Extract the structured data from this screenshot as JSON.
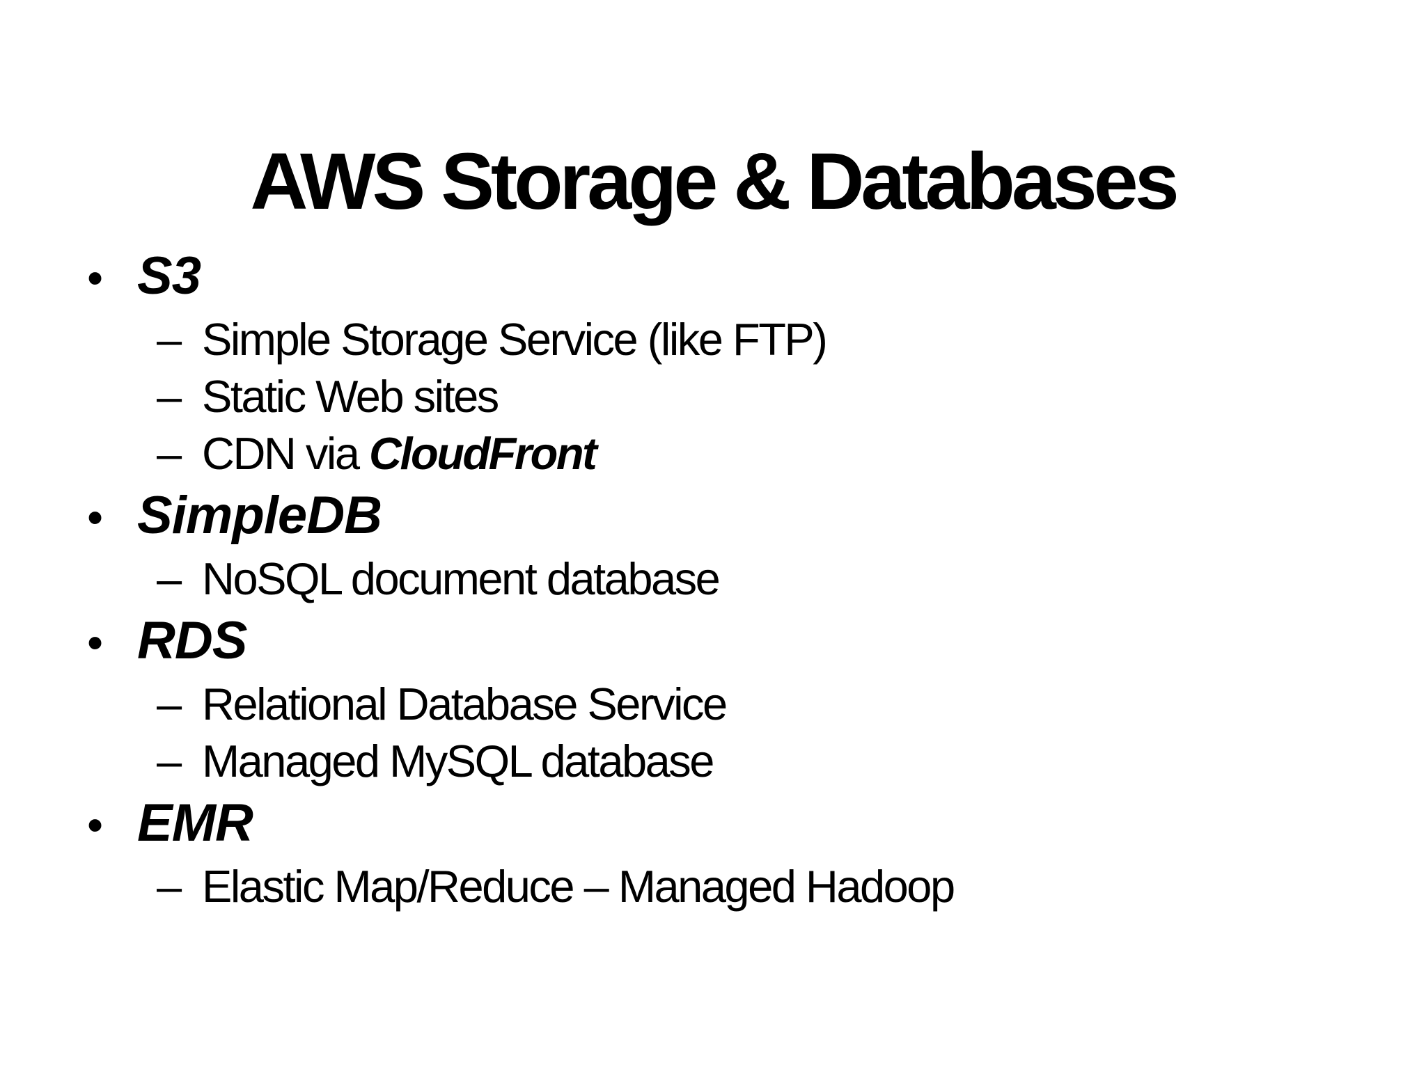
{
  "slide": {
    "title": "AWS Storage & Databases",
    "markers": {
      "bullet": "•",
      "dash": "–"
    },
    "colors": {
      "background": "#ffffff",
      "text": "#000000"
    },
    "items": [
      {
        "label": "S3",
        "children": [
          {
            "text": "Simple Storage Service (like FTP)",
            "emph": ""
          },
          {
            "text": "Static Web sites",
            "emph": ""
          },
          {
            "text": "CDN via ",
            "emph": "CloudFront"
          }
        ]
      },
      {
        "label": "SimpleDB",
        "children": [
          {
            "text": "NoSQL document database",
            "emph": ""
          }
        ]
      },
      {
        "label": "RDS",
        "children": [
          {
            "text": "Relational Database Service",
            "emph": ""
          },
          {
            "text": "Managed MySQL database",
            "emph": ""
          }
        ]
      },
      {
        "label": "EMR",
        "children": [
          {
            "text": "Elastic Map/Reduce – Managed Hadoop",
            "emph": ""
          }
        ]
      }
    ]
  }
}
